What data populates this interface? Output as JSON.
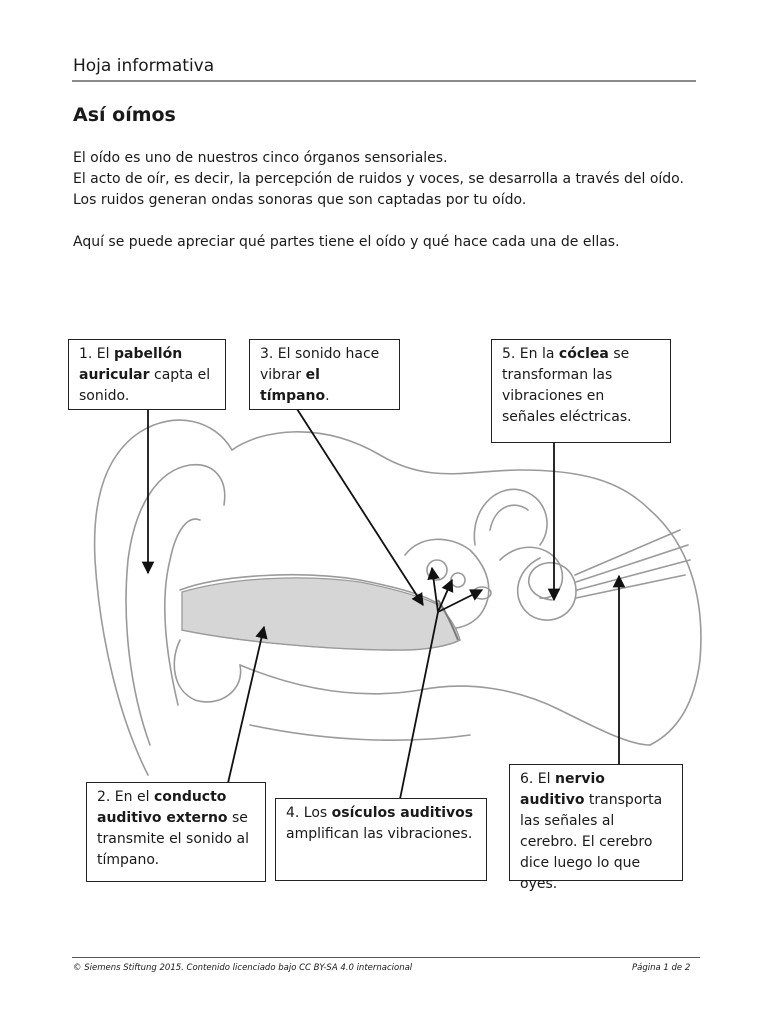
{
  "header": {
    "title": "Hoja informativa"
  },
  "page_title": "Así oímos",
  "intro": {
    "line1": "El oído es uno de nuestros cinco órganos sensoriales.",
    "line2": "El acto de oír, es decir, la percepción de ruidos y voces, se desarrolla a través del oído.",
    "line3": "Los ruidos generan ondas sonoras que son captadas por tu oído.",
    "line4": "Aquí se puede apreciar qué partes tiene el oído y qué hace cada una de ellas."
  },
  "labels": {
    "box1": {
      "pre": "1. El ",
      "bold": "pabellón auricular",
      "post": " capta el sonido."
    },
    "box2": {
      "pre": "2. En el ",
      "bold": "conducto auditivo externo",
      "post": " se transmite el sonido al tímpano."
    },
    "box3": {
      "pre": "3. El sonido hace vibrar ",
      "bold": "el tímpano",
      "post": "."
    },
    "box4": {
      "pre": "4. Los ",
      "bold": "osículos auditivos",
      "post": " amplifican las vibraciones."
    },
    "box5": {
      "pre": "5. En la ",
      "bold": "cóclea",
      "post": " se transforman las vibraciones en señales eléctricas."
    },
    "box6": {
      "pre": "6. El ",
      "bold": "nervio auditivo",
      "post": " transporta las señales al cerebro. El cerebro dice luego lo que oyes."
    }
  },
  "colors": {
    "canal_fill": "#d6d6d6",
    "outline": "#9a9a9a",
    "arrow": "#111111"
  },
  "footer": {
    "left": "© Siemens Stiftung 2015. Contenido licenciado bajo CC BY-SA 4.0 internacional",
    "right": "Página 1 de 2"
  }
}
